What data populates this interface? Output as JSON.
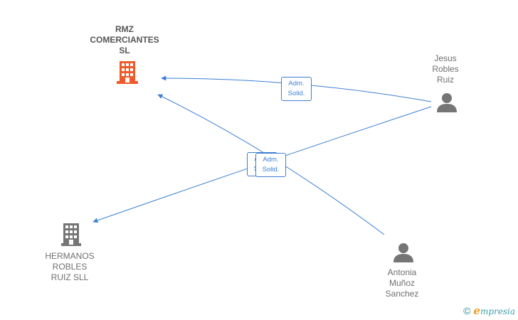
{
  "nodes": {
    "rmz": {
      "label": "RMZ\nCOMERCIANTES\nSL"
    },
    "hermanos": {
      "label": "HERMANOS\nROBLES\nRUIZ SLL"
    },
    "jesus": {
      "label": "Jesus\nRobles\nRuiz"
    },
    "antonia": {
      "label": "Antonia\nMuñoz\nSanchez"
    }
  },
  "edges": {
    "jesus_rmz": {
      "label_line1": "Adm.",
      "label_line2": "Solid."
    },
    "antonia_rmz": {
      "label_line1": "Adm.",
      "label_line2": "Solid."
    },
    "jesus_hermanos": {
      "label_line1": "Adm.",
      "label_line2": "Solid."
    }
  },
  "colors": {
    "edge": "#3b7fd4",
    "main_company": "#f05a28",
    "company": "#757575",
    "person": "#757575"
  },
  "footer": {
    "copyright_symbol": "©",
    "brand_first": "e",
    "brand_rest": "mpresia"
  }
}
